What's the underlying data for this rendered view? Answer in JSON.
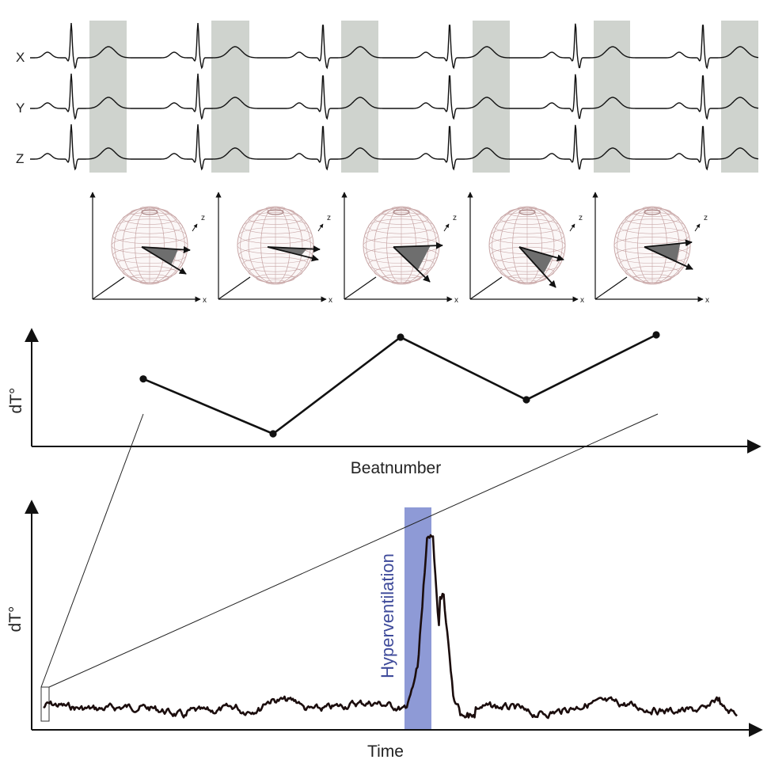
{
  "ecg": {
    "leads": [
      "X",
      "Y",
      "Z"
    ],
    "beats_shown": 6,
    "highlighted_segments": 6,
    "highlight_color": "#cfd3ce"
  },
  "vector_panels": {
    "count": 5,
    "x_label": "x",
    "z_label": "z",
    "wedge_color": "#6e6e6e",
    "sphere_grid_color": "#c9a8a8"
  },
  "beat_chart": {
    "xlabel": "Beatnumber",
    "ylabel": "dT°",
    "values": [
      0.62,
      0.12,
      1.0,
      0.43,
      1.0
    ]
  },
  "time_chart": {
    "xlabel": "Time",
    "ylabel": "dT°",
    "band_label": "Hyperventilation",
    "band_color": "#8e9ad6"
  },
  "chart_data": [
    {
      "type": "line",
      "title": "",
      "xlabel": "Beatnumber",
      "ylabel": "dT°",
      "x": [
        1,
        2,
        3,
        4,
        5
      ],
      "values": [
        0.62,
        0.12,
        1.0,
        0.43,
        1.0
      ],
      "grid": false
    },
    {
      "type": "line",
      "title": "",
      "xlabel": "Time",
      "ylabel": "dT°",
      "annotation": "Hyperventilation",
      "grid": false
    }
  ]
}
